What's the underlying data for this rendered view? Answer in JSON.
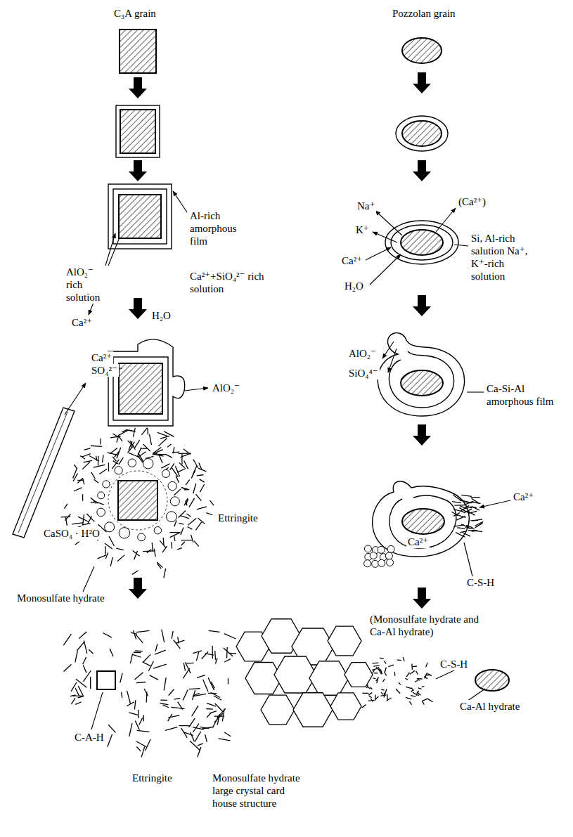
{
  "diagram": {
    "labels": [
      "C₃A grain",
      "Pozzolan grain",
      "Al-rich amorphous film",
      "AlO₂⁻ rich solution",
      "Ca²⁺+SiO₄²⁻ rich solution",
      "Ca²⁺",
      "Na⁺",
      "K⁺",
      "(Ca²⁺)",
      "Ca²⁺",
      "H₂O",
      "Si, Al-rich salution Na⁺, K⁺-rich solution",
      "H₂O",
      "Ca²⁺",
      "SO₄²⁻",
      "AlO₂⁻",
      "CaSO₄ · H²O",
      "AlO₂⁻",
      "SiO₄⁴⁻",
      "Ca-Si-Al amorphous film",
      "Ettringite",
      "Monosulfate hydrate",
      "Ca²⁺",
      "C-S-H",
      "Ca²⁺",
      "(Monosulfate hydrate and Ca-Al hydrate)",
      "C-S-H",
      "Ca-Al hydrate",
      "C-A-H",
      "Ettringite",
      "Monosulfate hydrate large crystal card house structure"
    ]
  }
}
